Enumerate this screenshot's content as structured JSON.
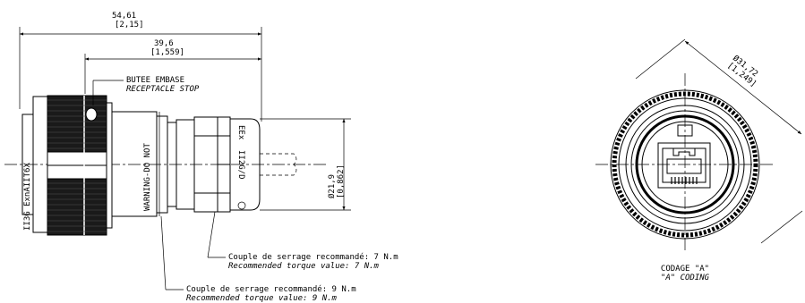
{
  "dimensions": {
    "overall_length": {
      "mm": "54,61",
      "inch": "[2,15]"
    },
    "stop_length": {
      "mm": "39,6",
      "inch": "[1,559]"
    },
    "body_diameter": {
      "mm": "Ø21,9",
      "inch": "[0,862]"
    },
    "face_diameter": {
      "mm": "Ø31,72",
      "inch": "[1,249]"
    }
  },
  "callouts": {
    "receptacle_stop": {
      "fr": "BUTEE EMBASE",
      "en": "RECEPTACLE STOP"
    },
    "torque_nut": {
      "fr": "Couple de serrage recommandé: 7 N.m",
      "en": "Recommended torque value: 7 N.m"
    },
    "torque_body": {
      "fr": "Couple de serrage recommandé: 9 N.m",
      "en": "Recommended torque value: 9 N.m"
    }
  },
  "markings": {
    "ring_marking": "II3G ExnAIIT6X",
    "warning": "WARNING-DO NOT",
    "atex_line1": "EEx",
    "atex_line2": "II2G/D"
  },
  "coding": {
    "fr": "CODAGE \"A\"",
    "en": "\"A\" CODING"
  }
}
